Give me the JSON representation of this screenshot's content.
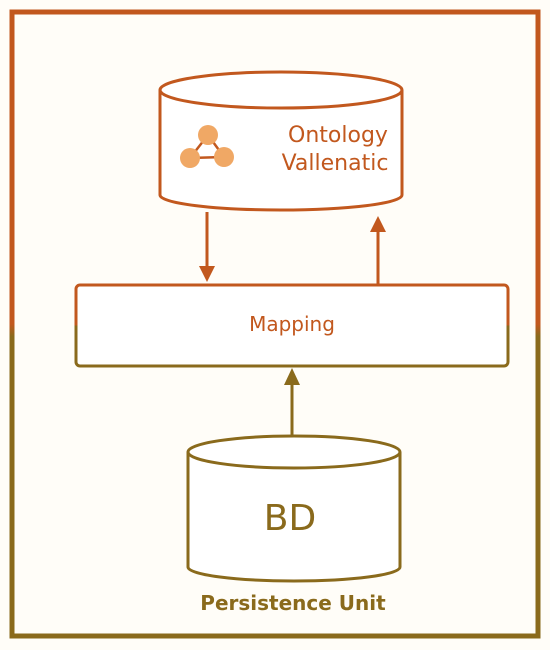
{
  "colors": {
    "orange": "#C2581E",
    "olive": "#8A6A1C",
    "icon_fill": "#F0A865",
    "background": "#FFFDF8"
  },
  "ontology": {
    "line1": "Ontology",
    "line2": "Vallenatic",
    "icon": "network-nodes-icon"
  },
  "mapping": {
    "label": "Mapping"
  },
  "database": {
    "label": "BD"
  },
  "footer": {
    "label": "Persistence Unit"
  }
}
